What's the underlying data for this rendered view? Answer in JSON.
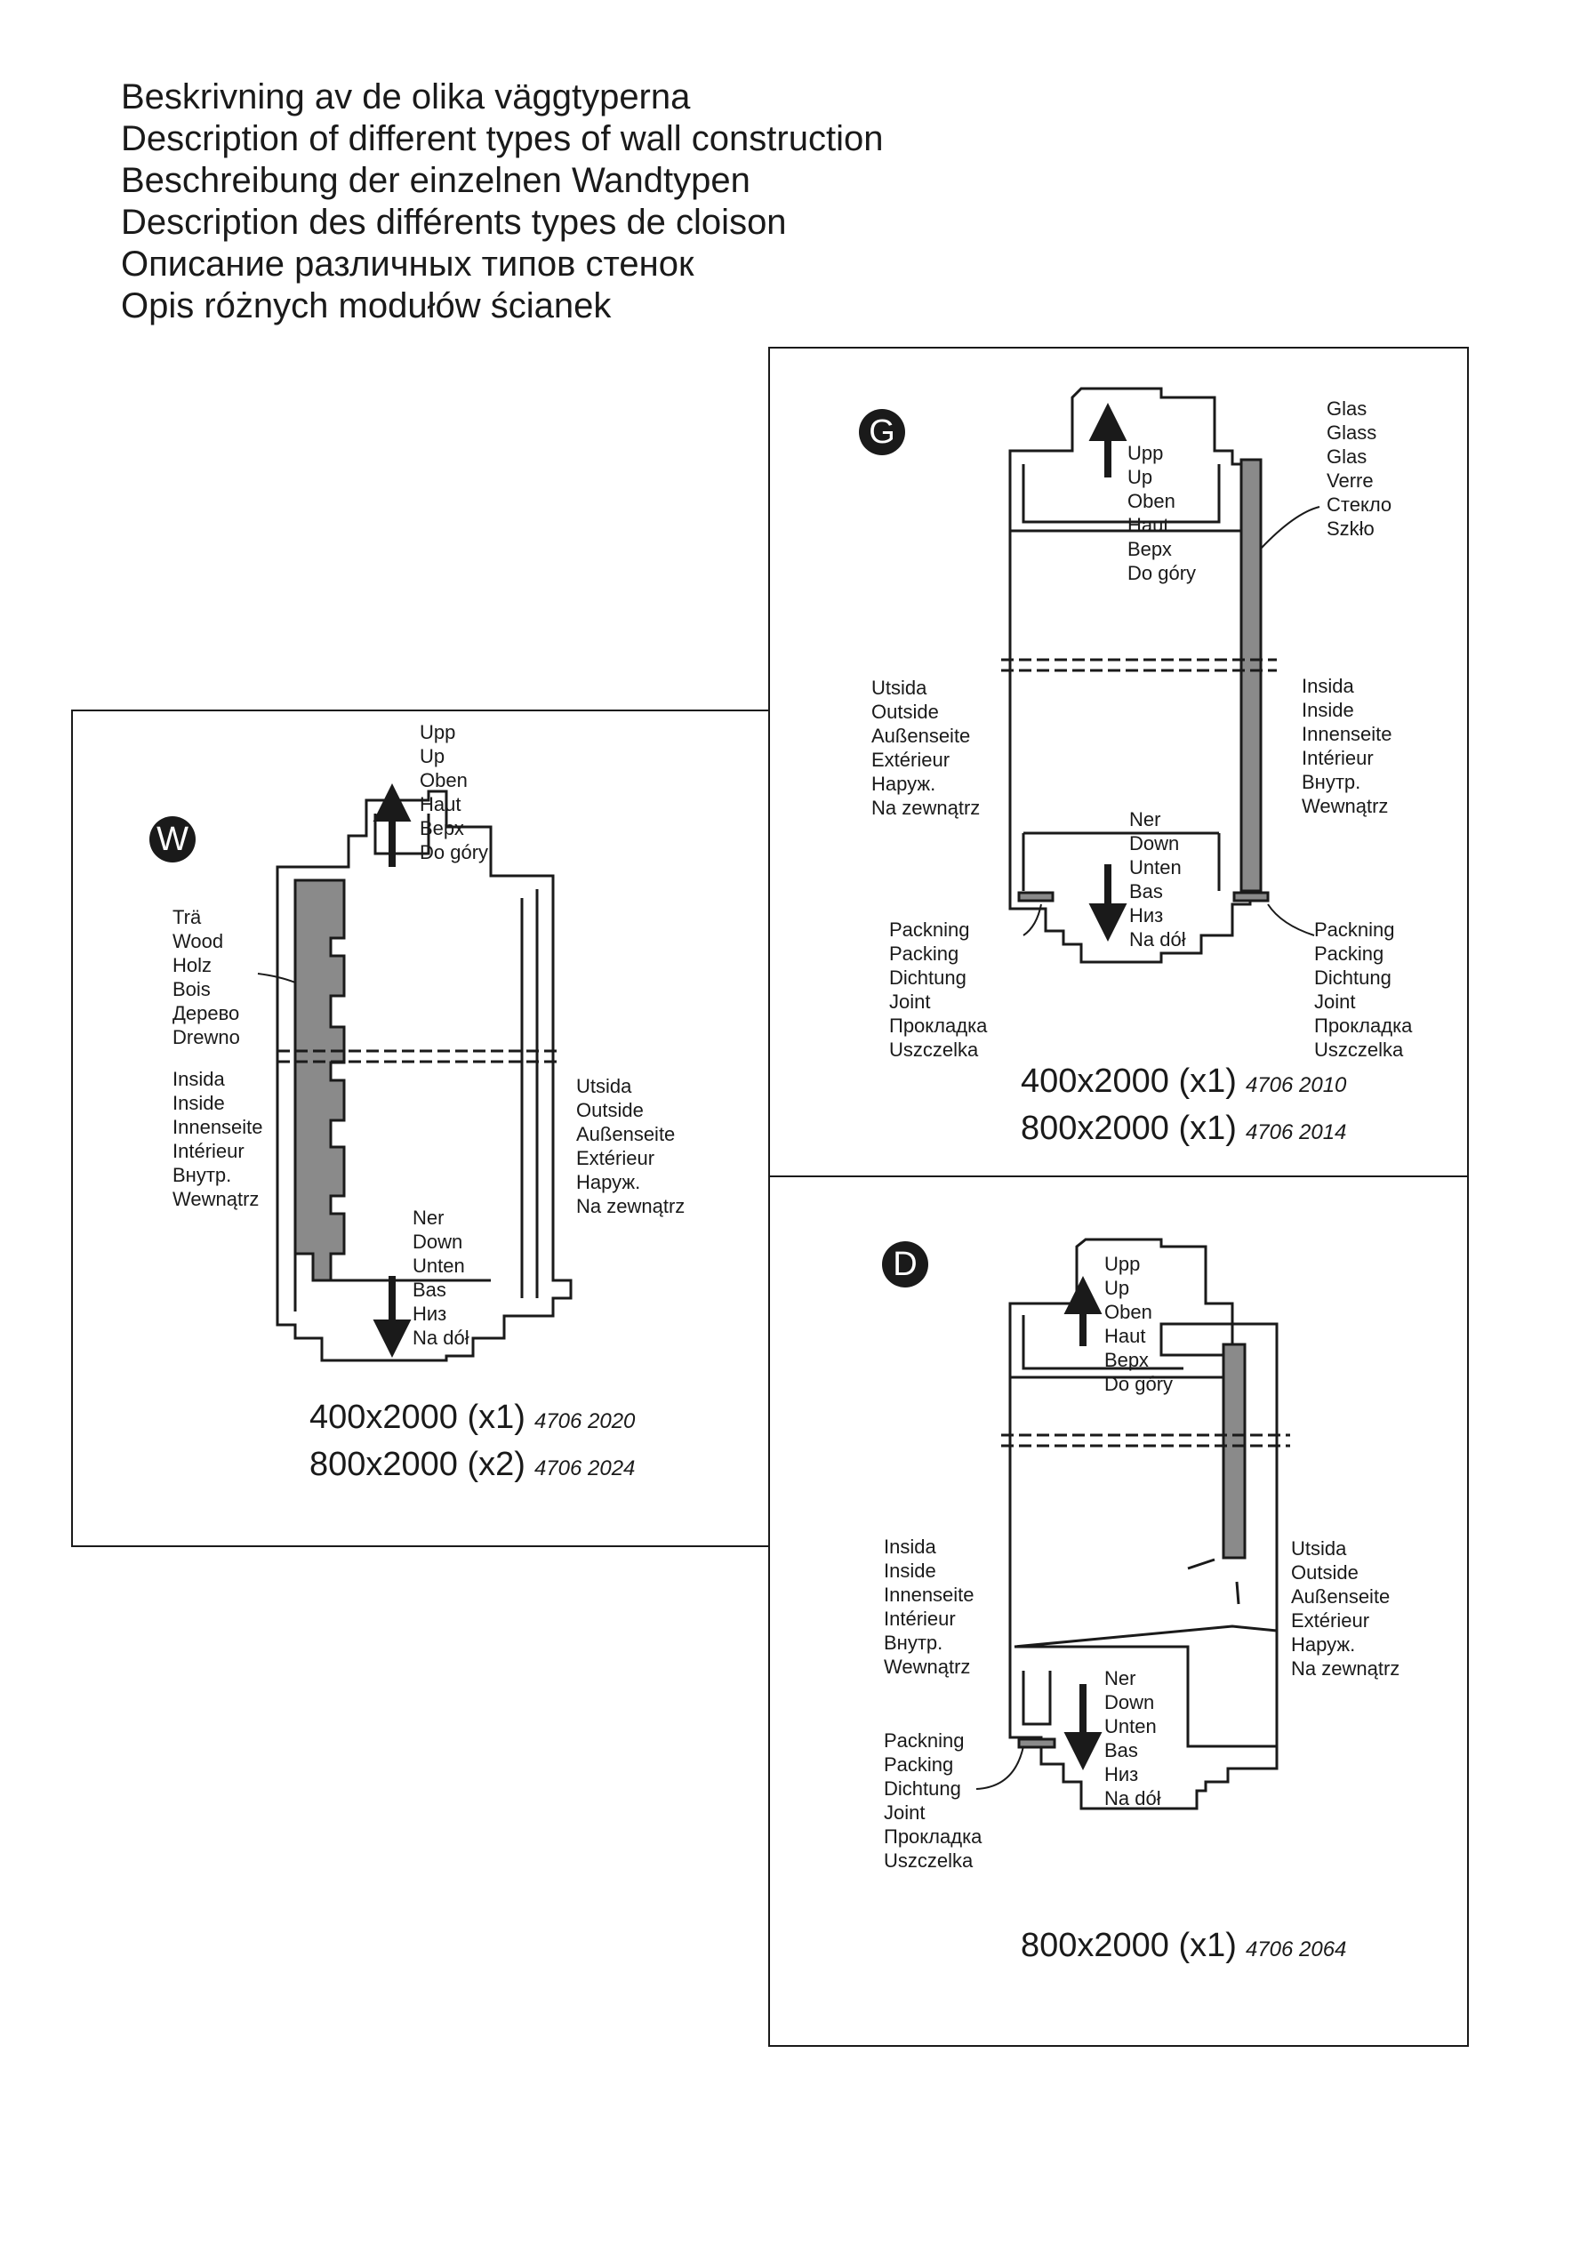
{
  "titles": [
    "Beskrivning av de olika väggtyperna",
    "Description of different types of wall construction",
    "Beschreibung der einzelnen Wandtypen",
    "Description des différents types de cloison",
    "Описание различных типов стенок",
    "Opis różnych modułów ścianek"
  ],
  "panel_w": {
    "badge": "W",
    "up": [
      "Upp",
      "Up",
      "Oben",
      "Haut",
      "Верх",
      "Do góry"
    ],
    "down": [
      "Ner",
      "Down",
      "Unten",
      "Bas",
      "Низ",
      "Na dół"
    ],
    "wood": [
      "Trä",
      "Wood",
      "Holz",
      "Bois",
      "Дерево",
      "Drewno"
    ],
    "inside": [
      "Insida",
      "Inside",
      "Innenseite",
      "Intérieur",
      "Внутр.",
      "Wewnątrz"
    ],
    "outside": [
      "Utsida",
      "Outside",
      "Außenseite",
      "Extérieur",
      "Наруж.",
      "Na zewnątrz"
    ],
    "sizes": [
      {
        "dim": "400x2000 (x1)",
        "code": "4706 2020"
      },
      {
        "dim": "800x2000 (x2)",
        "code": "4706 2024"
      }
    ]
  },
  "panel_g": {
    "badge": "G",
    "up": [
      "Upp",
      "Up",
      "Oben",
      "Haut",
      "Верх",
      "Do góry"
    ],
    "down": [
      "Ner",
      "Down",
      "Unten",
      "Bas",
      "Низ",
      "Na dół"
    ],
    "glass": [
      "Glas",
      "Glass",
      "Glas",
      "Verre",
      "Стекло",
      "Szkło"
    ],
    "outside": [
      "Utsida",
      "Outside",
      "Außenseite",
      "Extérieur",
      "Наруж.",
      "Na zewnątrz"
    ],
    "inside": [
      "Insida",
      "Inside",
      "Innenseite",
      "Intérieur",
      "Внутр.",
      "Wewnątrz"
    ],
    "packing_left": [
      "Packning",
      "Packing",
      "Dichtung",
      "Joint",
      "Прокладка",
      "Uszczelka"
    ],
    "packing_right": [
      "Packning",
      "Packing",
      "Dichtung",
      "Joint",
      "Прокладка",
      "Uszczelka"
    ],
    "sizes": [
      {
        "dim": "400x2000 (x1)",
        "code": "4706 2010"
      },
      {
        "dim": "800x2000 (x1)",
        "code": "4706 2014"
      }
    ]
  },
  "panel_d": {
    "badge": "D",
    "up": [
      "Upp",
      "Up",
      "Oben",
      "Haut",
      "Верх",
      "Do góry"
    ],
    "down": [
      "Ner",
      "Down",
      "Unten",
      "Bas",
      "Низ",
      "Na dół"
    ],
    "inside": [
      "Insida",
      "Inside",
      "Innenseite",
      "Intérieur",
      "Внутр.",
      "Wewnątrz"
    ],
    "outside": [
      "Utsida",
      "Outside",
      "Außenseite",
      "Extérieur",
      "Наруж.",
      "Na zewnątrz"
    ],
    "packing": [
      "Packning",
      "Packing",
      "Dichtung",
      "Joint",
      "Прокладка",
      "Uszczelka"
    ],
    "sizes": [
      {
        "dim": "800x2000 (x1)",
        "code": "4706 2064"
      }
    ]
  },
  "colors": {
    "ink": "#1a1a1a",
    "fill_grey": "#8a8a8a",
    "badge": "#1a1a1a"
  }
}
